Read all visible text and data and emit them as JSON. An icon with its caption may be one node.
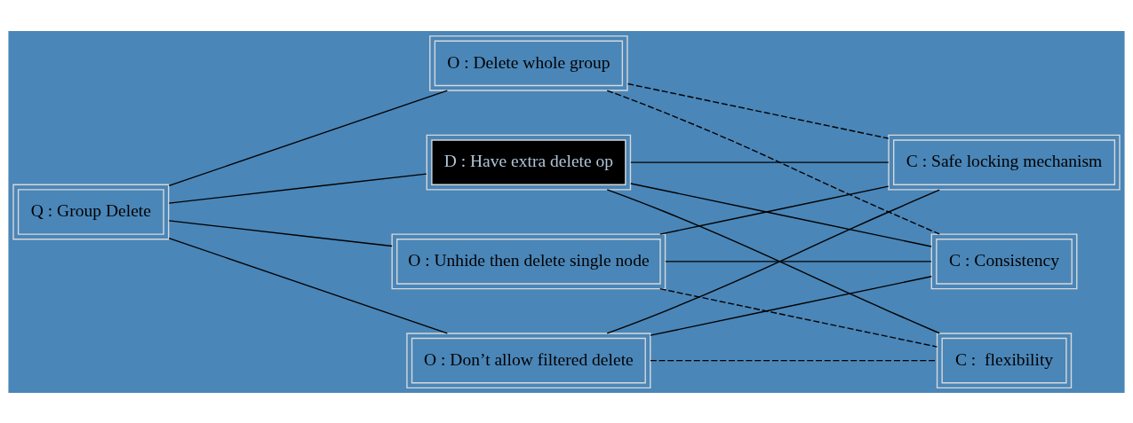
{
  "diagram": {
    "nodes": [
      {
        "text": [
          "Q : Group Delete"
        ]
      },
      {
        "text": [
          "D : Have extra delete op"
        ]
      },
      {
        "text": [
          "O : Delete whole group"
        ]
      },
      {
        "text": [
          "O : Unhide then delete single node"
        ]
      },
      {
        "text": [
          "O : Don’t allow filtered delete"
        ]
      },
      {
        "text": [
          "C : Consistency"
        ]
      },
      {
        "text": [
          "C : Safe locking mechanism"
        ]
      },
      {
        "text": [
          "C :  flexibility"
        ]
      }
    ],
    "edges": [
      {
        "from": 0,
        "to": 1,
        "arrow": "none"
      },
      {
        "from": 0,
        "to": 2,
        "arrow": "none"
      },
      {
        "from": 0,
        "to": 3,
        "arrow": "none"
      },
      {
        "from": 0,
        "to": 4,
        "arrow": "none"
      },
      {
        "from": 1,
        "to": 5,
        "arrow": "none"
      },
      {
        "from": 1,
        "to": 6,
        "arrow": "none"
      },
      {
        "from": 1,
        "to": 7,
        "arrow": "none"
      },
      {
        "from": 2,
        "to": 5,
        "arrow": "none",
        "style": "dashed"
      },
      {
        "from": 2,
        "to": 6,
        "arrow": "none",
        "style": "dashed"
      },
      {
        "from": 3,
        "to": 5,
        "arrow": "none"
      },
      {
        "from": 3,
        "to": 6,
        "arrow": "none"
      },
      {
        "from": 3,
        "to": 7,
        "arrow": "none",
        "style": "dashed"
      },
      {
        "from": 4,
        "to": 5,
        "arrow": "none"
      },
      {
        "from": 4,
        "to": 6,
        "arrow": "none"
      },
      {
        "from": 4,
        "to": 7,
        "arrow": "none",
        "style": "dashed"
      }
    ]
  }
}
